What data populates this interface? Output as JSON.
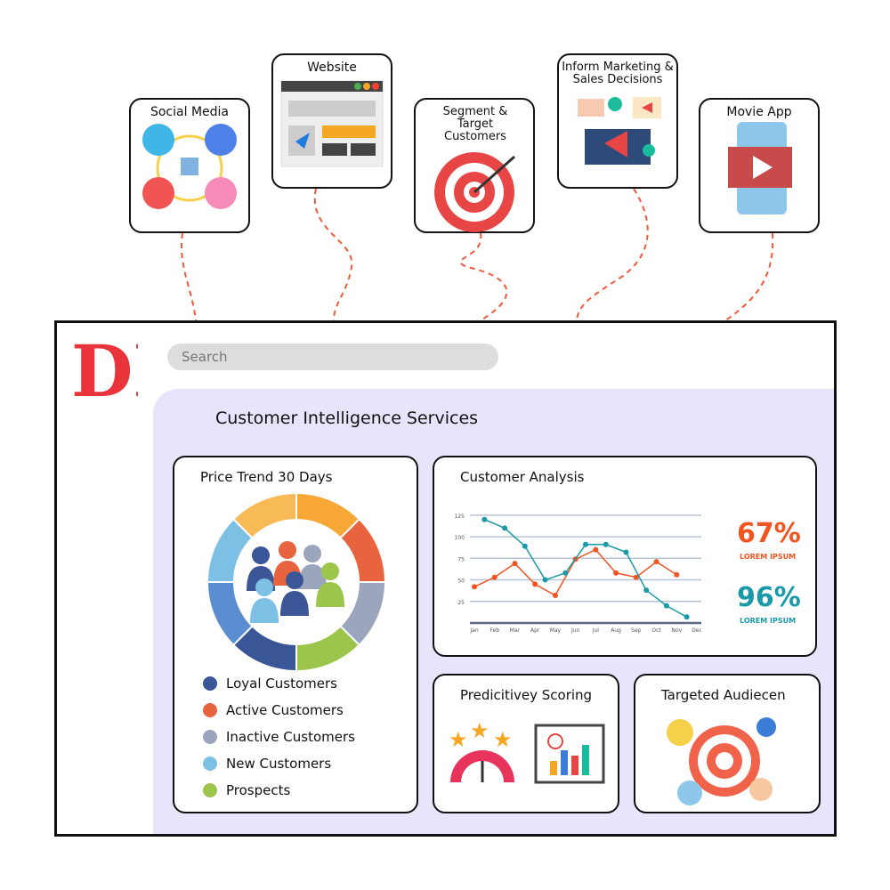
{
  "sources": [
    {
      "label": "Social Media",
      "icon": "social-media-icon"
    },
    {
      "label": "Website",
      "icon": "website-icon"
    },
    {
      "label": "Segment & Target Customers",
      "icon": "target-icon"
    },
    {
      "label": "Inform Marketing & Sales Decisions",
      "icon": "marketing-icon"
    },
    {
      "label": "Movie App",
      "icon": "movie-app-icon"
    }
  ],
  "search": {
    "placeholder": "Search"
  },
  "logo": {
    "text": "DP"
  },
  "main": {
    "title": "Customer Intelligence Services"
  },
  "price_trend": {
    "title": "Price Trend 30 Days",
    "legend": [
      {
        "label": "Loyal Customers",
        "color": "#3b5696"
      },
      {
        "label": "Active Customers",
        "color": "#e8643f"
      },
      {
        "label": "Inactive Customers",
        "color": "#9ba6bd"
      },
      {
        "label": "New Customers",
        "color": "#7cc1e5"
      },
      {
        "label": "Prospects",
        "color": "#9bc54b"
      }
    ]
  },
  "customer_analysis": {
    "title": "Customer Analysis",
    "stat1": {
      "value": "67%",
      "label": "LOREM IPSUM",
      "color": "#f2541f"
    },
    "stat2": {
      "value": "96%",
      "label": "LOREM IPSUM",
      "color": "#1a9aa8"
    }
  },
  "chart_data": {
    "type": "line",
    "categories": [
      "Jan",
      "Feb",
      "Mar",
      "Apr",
      "May",
      "Jun",
      "Jul",
      "Aug",
      "Sep",
      "Oct",
      "Nov",
      "Dec"
    ],
    "yticks": [
      25,
      50,
      75,
      100,
      125
    ],
    "ylim": [
      0,
      130
    ],
    "grid": true,
    "series": [
      {
        "color": "#f2541f",
        "values": [
          42,
          53,
          69,
          45,
          32,
          74,
          85,
          58,
          53,
          71,
          56
        ]
      },
      {
        "color": "#1a9aa8",
        "values": [
          120,
          110,
          89,
          50,
          58,
          91,
          91,
          82,
          38,
          20,
          7
        ]
      }
    ]
  },
  "scoring": {
    "title": "Predicitivey Scoring"
  },
  "audience": {
    "title": "Targeted Audiecen"
  }
}
